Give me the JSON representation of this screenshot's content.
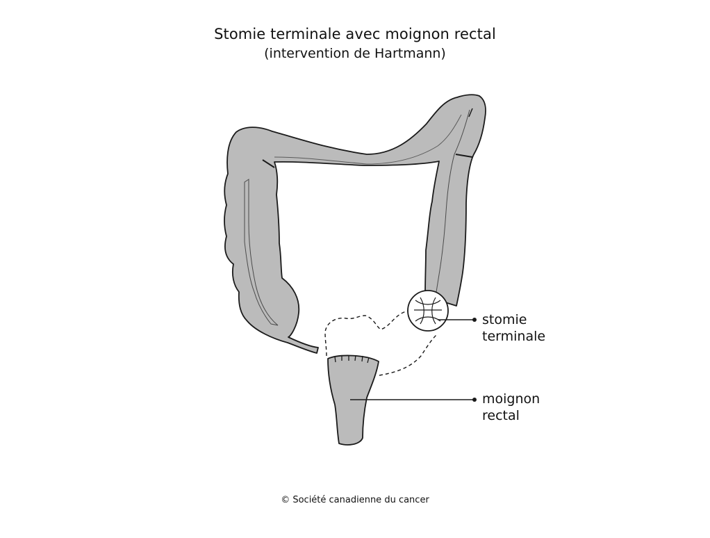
{
  "diagram": {
    "title": "Stomie terminale avec moignon rectal",
    "subtitle": "(intervention de Hartmann)",
    "labels": {
      "stoma": [
        "stomie",
        "terminale"
      ],
      "rectal_stump": [
        "moignon",
        "rectal"
      ]
    },
    "copyright": "© Société canadienne du cancer",
    "colors": {
      "tissue_fill": "#bbbbbb",
      "outline": "#1a1a1a",
      "background": "#ffffff"
    }
  }
}
